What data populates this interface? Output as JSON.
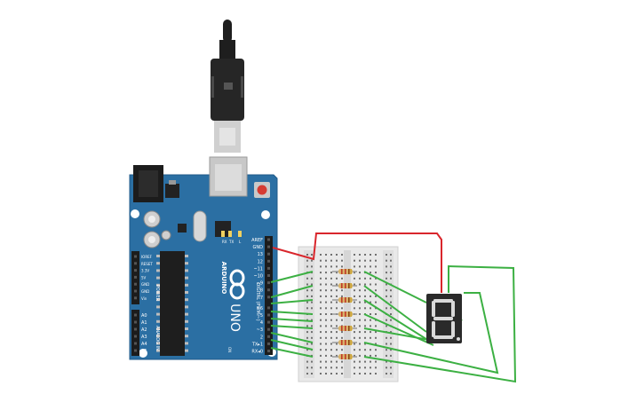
{
  "board": {
    "brand": "ARDUINO",
    "model": "UNO",
    "digital_label": "DIGITAL (PWM ~)",
    "power_label": "POWER",
    "analog_label": "ANALOG IN",
    "led_labels": [
      "RX",
      "TX",
      "L"
    ],
    "on_label": "ON",
    "digital_pins": [
      "AREF",
      "GND",
      "13",
      "12",
      "~11",
      "~10",
      "~9",
      "8",
      "7",
      "~6",
      "~5",
      "4",
      "~3",
      "2",
      "TX▸1",
      "RX◂0"
    ],
    "power_pins": [
      "IOREF",
      "RESET",
      "3.3V",
      "5V",
      "GND",
      "GND",
      "Vin"
    ],
    "analog_pins": [
      "A0",
      "A1",
      "A2",
      "A3",
      "A4",
      "A5"
    ]
  },
  "display": {
    "digit": "8"
  },
  "colors": {
    "board": "#2b6fa3",
    "board_edge": "#1f5a88",
    "wire_signal": "#3cb043",
    "wire_gnd": "#d9262c",
    "breadboard": "#e8e8e8",
    "display_body": "#2a2a2a",
    "segment_on": "#d9d9d9"
  },
  "icons": [
    "usb-b-plug-icon",
    "dc-barrel-jack-icon",
    "reset-button-icon",
    "arduino-infinity-logo-icon",
    "resistor-icon",
    "seven-segment-display-icon"
  ]
}
